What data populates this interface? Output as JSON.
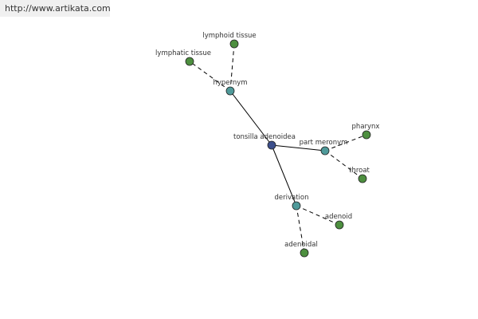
{
  "watermark": "http://www.artikata.com",
  "colors": {
    "center": "#3c4f8c",
    "relation": "#4f9a9a",
    "leaf": "#4d8f3f",
    "edge": "#000000"
  },
  "nodes": {
    "center": "tonsilla adenoidea",
    "hypernym": "hypernym",
    "part_meronym": "part meronym",
    "derivation": "derivation",
    "lymphoid_tissue": "lymphoid tissue",
    "lymphatic_tissue": "lymphatic tissue",
    "pharynx": "pharynx",
    "throat": "throat",
    "adenoid": "adenoid",
    "adenoidal": "adenoidal"
  },
  "edges": [
    {
      "from": "center",
      "to": "hypernym",
      "style": "solid"
    },
    {
      "from": "center",
      "to": "part_meronym",
      "style": "solid"
    },
    {
      "from": "center",
      "to": "derivation",
      "style": "solid"
    },
    {
      "from": "hypernym",
      "to": "lymphoid_tissue",
      "style": "dashed"
    },
    {
      "from": "hypernym",
      "to": "lymphatic_tissue",
      "style": "dashed"
    },
    {
      "from": "part_meronym",
      "to": "pharynx",
      "style": "dashed"
    },
    {
      "from": "part_meronym",
      "to": "throat",
      "style": "dashed"
    },
    {
      "from": "derivation",
      "to": "adenoid",
      "style": "dashed"
    },
    {
      "from": "derivation",
      "to": "adenoidal",
      "style": "dashed"
    }
  ]
}
